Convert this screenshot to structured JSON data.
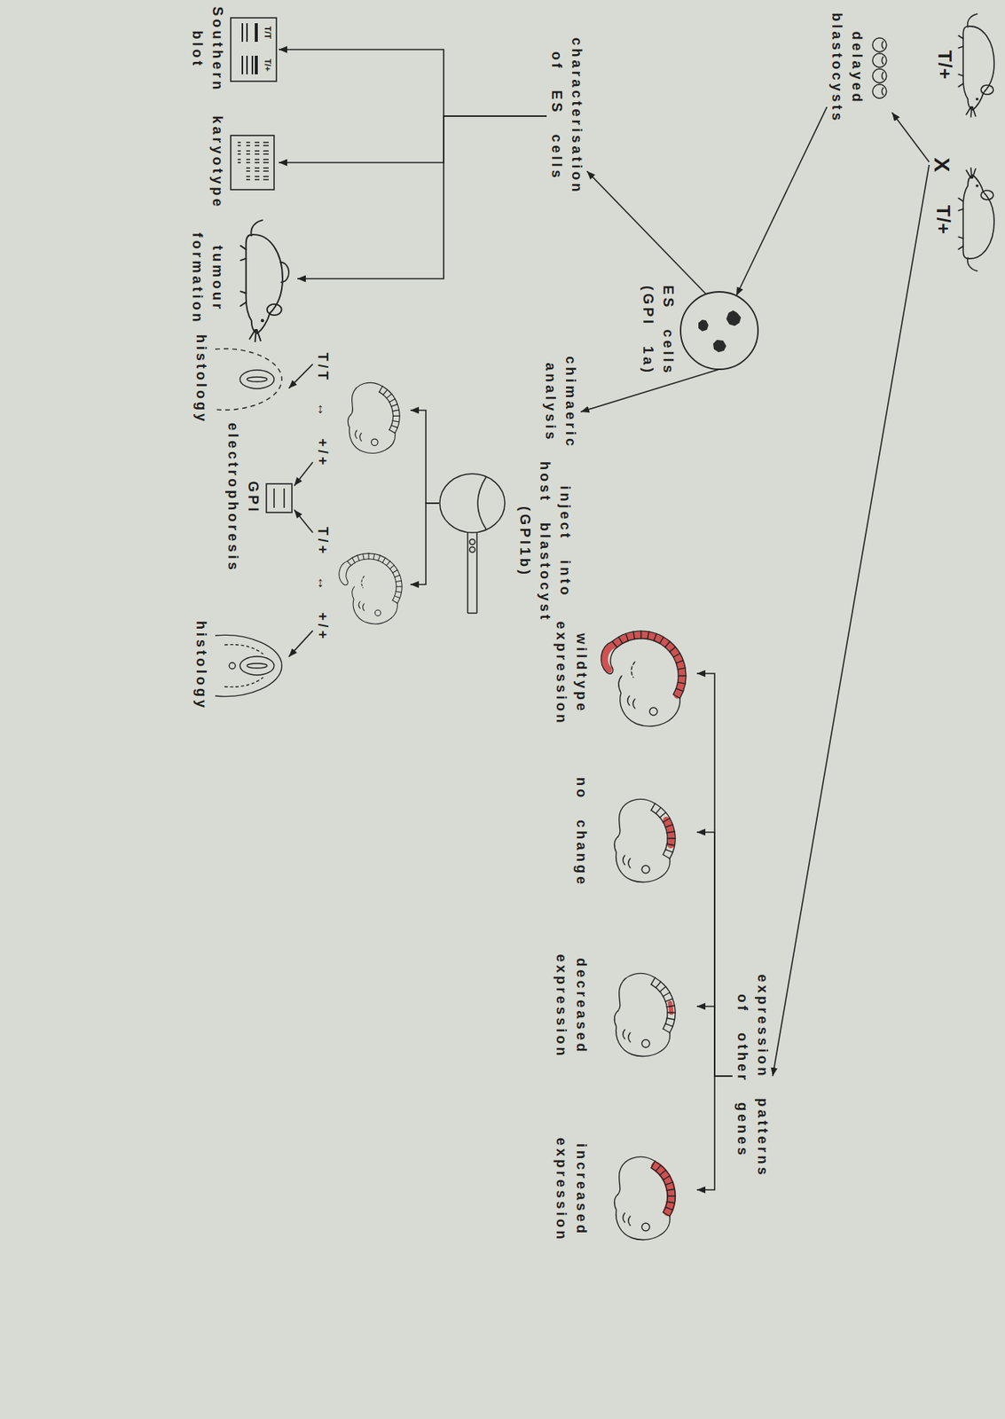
{
  "diagram": {
    "nodes": [
      {
        "text": [
          "T/+"
        ]
      },
      {
        "text": [
          "X"
        ]
      },
      {
        "text": [
          "T/+"
        ]
      },
      {
        "text": [
          "delayed blastocysts"
        ]
      },
      {
        "text": [
          "expression patterns of other genes"
        ]
      },
      {
        "text": [
          "ES cells (GPI 1a)"
        ]
      },
      {
        "text": [
          "characterisation of ES cells"
        ]
      },
      {
        "text": [
          "chimaeric analysis"
        ]
      },
      {
        "text": [
          "T/T",
          "T/+",
          "Southern blot"
        ]
      },
      {
        "text": [
          "karyotype"
        ]
      },
      {
        "text": [
          "tumour formation"
        ]
      },
      {
        "text": [
          "inject into host blastocyst (GPI1b)"
        ]
      },
      {
        "text": [
          "T/T ↔ +/+"
        ]
      },
      {
        "text": [
          "T/+ ↔ +/+"
        ]
      },
      {
        "text": [
          "GPI electrophoresis"
        ]
      },
      {
        "text": [
          "histology"
        ]
      },
      {
        "text": [
          "histology"
        ]
      },
      {
        "text": [
          "wildtype expression"
        ]
      },
      {
        "text": [
          "no change"
        ]
      },
      {
        "text": [
          "decreased expression"
        ]
      },
      {
        "text": [
          "increased expression"
        ]
      }
    ],
    "edges": [
      {
        "from": 1,
        "to": 3,
        "arrow": "to"
      },
      {
        "from": 1,
        "to": 4,
        "arrow": "to"
      },
      {
        "from": 3,
        "to": 5,
        "arrow": "to"
      },
      {
        "from": 5,
        "to": 6,
        "arrow": "to"
      },
      {
        "from": 5,
        "to": 7,
        "arrow": "to"
      },
      {
        "from": 6,
        "to": 8,
        "arrow": "to"
      },
      {
        "from": 6,
        "to": 9,
        "arrow": "to"
      },
      {
        "from": 6,
        "to": 10,
        "arrow": "to"
      },
      {
        "from": 11,
        "to": 12,
        "arrow": "to"
      },
      {
        "from": 11,
        "to": 13,
        "arrow": "to"
      },
      {
        "from": 12,
        "to": 14,
        "arrow": "to"
      },
      {
        "from": 13,
        "to": 14,
        "arrow": "to"
      },
      {
        "from": 12,
        "to": 15,
        "arrow": "to"
      },
      {
        "from": 13,
        "to": 16,
        "arrow": "to"
      },
      {
        "from": 4,
        "to": 17,
        "arrow": "to"
      },
      {
        "from": 4,
        "to": 18,
        "arrow": "to"
      },
      {
        "from": 4,
        "to": 19,
        "arrow": "to"
      },
      {
        "from": 4,
        "to": 20,
        "arrow": "to"
      }
    ]
  }
}
